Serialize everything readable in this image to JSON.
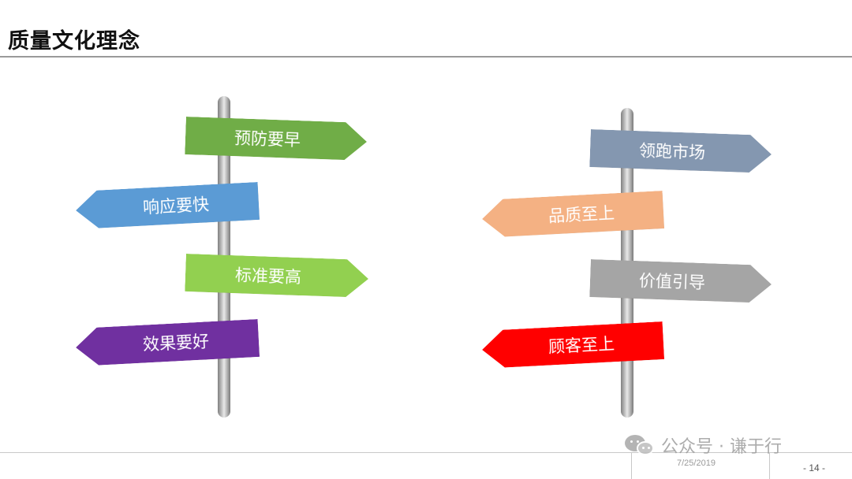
{
  "slide": {
    "title": "质量文化理念"
  },
  "left_post": {
    "signs": [
      {
        "label": "预防要早",
        "color": "#70ad47",
        "direction": "right"
      },
      {
        "label": "响应要快",
        "color": "#5b9bd5",
        "direction": "left"
      },
      {
        "label": "标准要高",
        "color": "#92d050",
        "direction": "right"
      },
      {
        "label": "效果要好",
        "color": "#7030a0",
        "direction": "left"
      }
    ]
  },
  "right_post": {
    "signs": [
      {
        "label": "领跑市场",
        "color": "#8497b0",
        "direction": "right"
      },
      {
        "label": "品质至上",
        "color": "#f4b183",
        "direction": "left"
      },
      {
        "label": "价值引导",
        "color": "#a5a5a5",
        "direction": "right"
      },
      {
        "label": "顾客至上",
        "color": "#ff0000",
        "direction": "left"
      }
    ]
  },
  "footer": {
    "date": "7/25/2019",
    "page": "- 14 -"
  },
  "watermark": {
    "icon": "wechat-icon",
    "text": "公众号 · 谦于行"
  }
}
